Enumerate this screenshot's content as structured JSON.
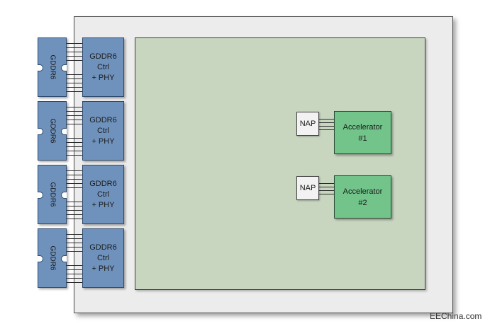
{
  "memory_channels": [
    {
      "gddr_label": "GDDR6",
      "ctrl_line1": "GDDR6 Ctrl",
      "ctrl_line2": "+ PHY"
    },
    {
      "gddr_label": "GDDR6",
      "ctrl_line1": "GDDR6 Ctrl",
      "ctrl_line2": "+ PHY"
    },
    {
      "gddr_label": "GDDR6",
      "ctrl_line1": "GDDR6 Ctrl",
      "ctrl_line2": "+ PHY"
    },
    {
      "gddr_label": "GDDR6",
      "ctrl_line1": "GDDR6 Ctrl",
      "ctrl_line2": "+ PHY"
    }
  ],
  "accelerators": [
    {
      "nap_label": "NAP",
      "line1": "Accelerator",
      "line2": "#1"
    },
    {
      "nap_label": "NAP",
      "line1": "Accelerator",
      "line2": "#2"
    }
  ],
  "watermark": "EEChina.com",
  "colors": {
    "memory_block": "#6f92bd",
    "fabric": "#c8d6c0",
    "chip": "#ececec",
    "accelerator": "#72c48a",
    "nap": "#f2f2f2"
  }
}
